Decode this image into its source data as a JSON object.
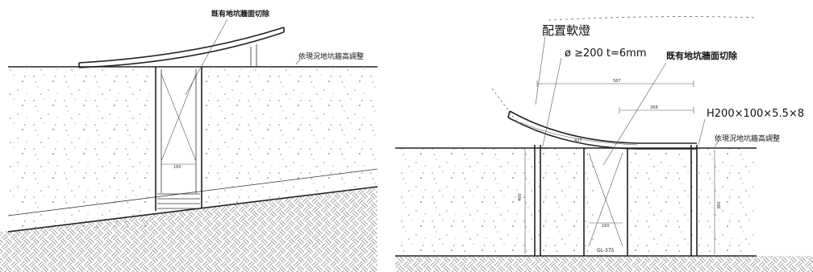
{
  "left_panel": {
    "label_wall_cut": "既有地坑牆面切除",
    "label_height_adjust": "依現況地坑牆高調整",
    "dim_width": "160"
  },
  "right_panel": {
    "label_soft_light": "配置軟燈",
    "label_spec": "ø ≥200  t=6mm",
    "label_wall_cut": "既有地坑牆面切除",
    "label_steel": "H200×100×5.5×8",
    "label_height_adjust": "依現況地坑牆高調整",
    "dim_span": "587",
    "dim_sub": "268",
    "dim_arc": "427",
    "dim_height_left": "400",
    "dim_height_right": "380",
    "dim_width": "160",
    "label_gl": "GL-375"
  }
}
